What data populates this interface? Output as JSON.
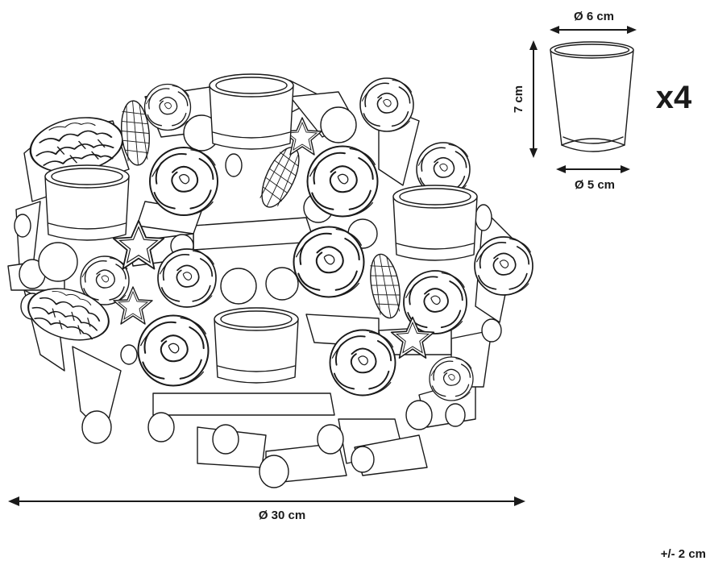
{
  "dimensions": {
    "top_diameter": "Ø 6 cm",
    "height": "7 cm",
    "bottom_diameter": "Ø 5 cm",
    "quantity": "x4",
    "wreath_diameter": "Ø 30 cm",
    "tolerance": "+/- 2 cm"
  },
  "colors": {
    "line": "#1a1a1a",
    "background": "#ffffff"
  },
  "icons": [
    "advent-wreath-illustration",
    "candle-holder-glass-illustration",
    "pinecone-icon",
    "star-icon",
    "dimension-arrow-icon"
  ]
}
